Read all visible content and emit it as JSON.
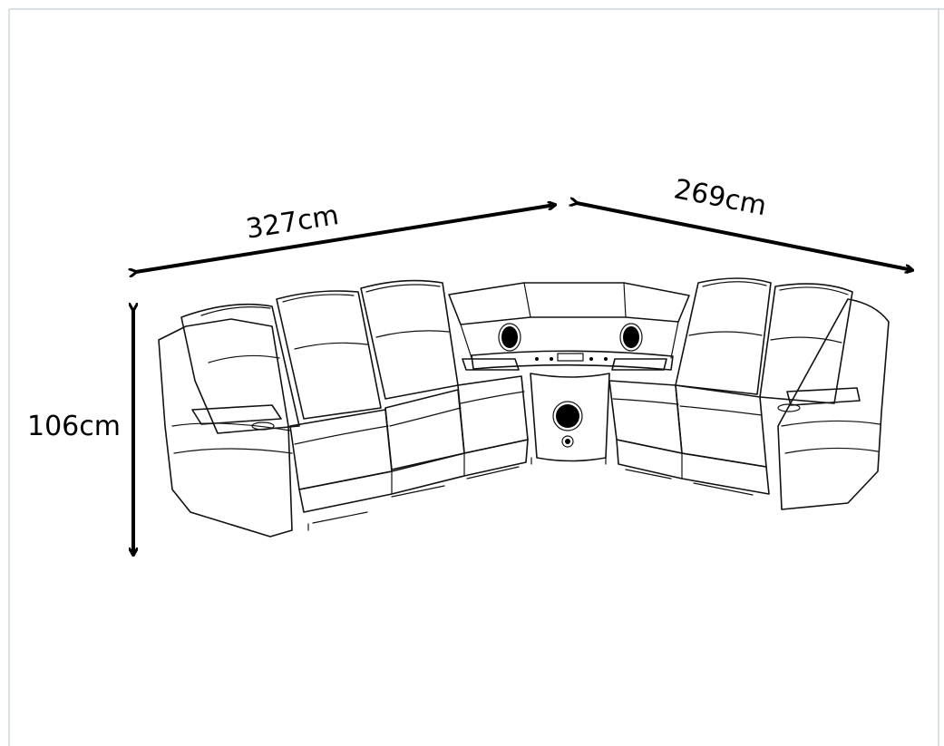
{
  "diagram": {
    "subject": "corner sofa dimension drawing",
    "dimensions": {
      "width_left": "327cm",
      "width_right": "269cm",
      "height": "106cm"
    }
  },
  "colors": {
    "line": "#111111",
    "border": "#b9c3cc",
    "background": "#ffffff"
  }
}
